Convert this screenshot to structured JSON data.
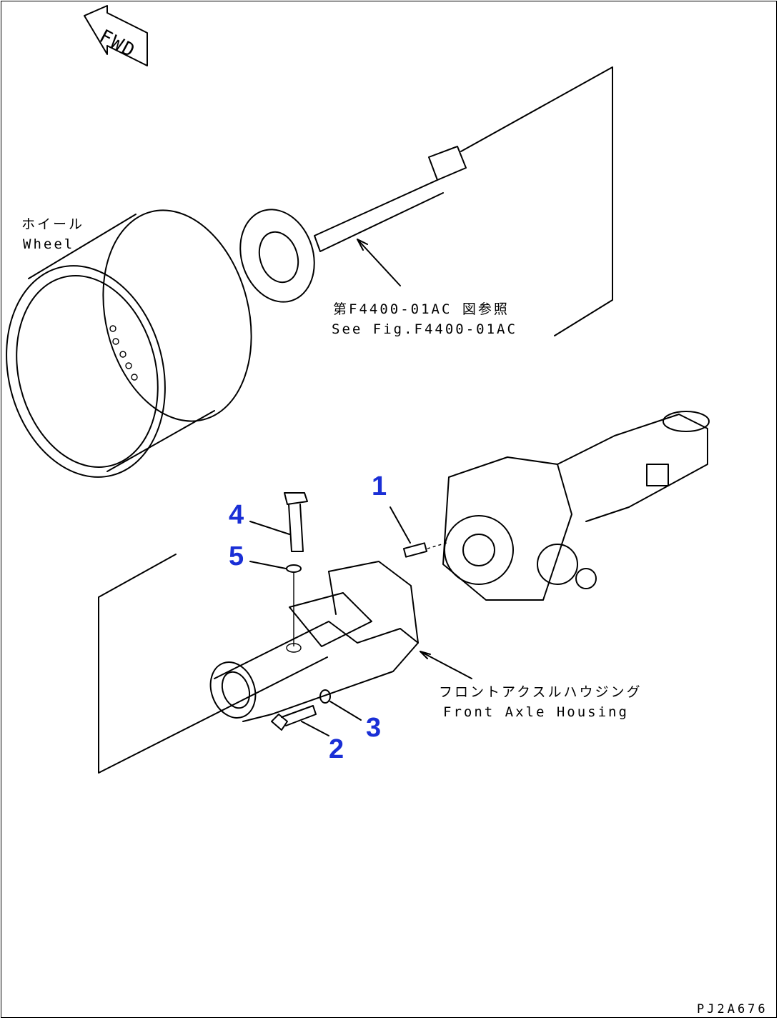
{
  "direction_mark": "FWD",
  "labels": {
    "wheel_jp": "ホイール",
    "wheel_en": "Wheel",
    "see_fig_jp": "第F4400-01AC 図参照",
    "see_fig_en": "See Fig.F4400-01AC",
    "housing_jp": "フロントアクスルハウジング",
    "housing_en": "Front Axle Housing"
  },
  "callouts": [
    "1",
    "2",
    "3",
    "4",
    "5"
  ],
  "drawing_code": "PJ2A676",
  "colors": {
    "callout": "#1a2fd6",
    "line": "#000000",
    "background": "#ffffff"
  }
}
